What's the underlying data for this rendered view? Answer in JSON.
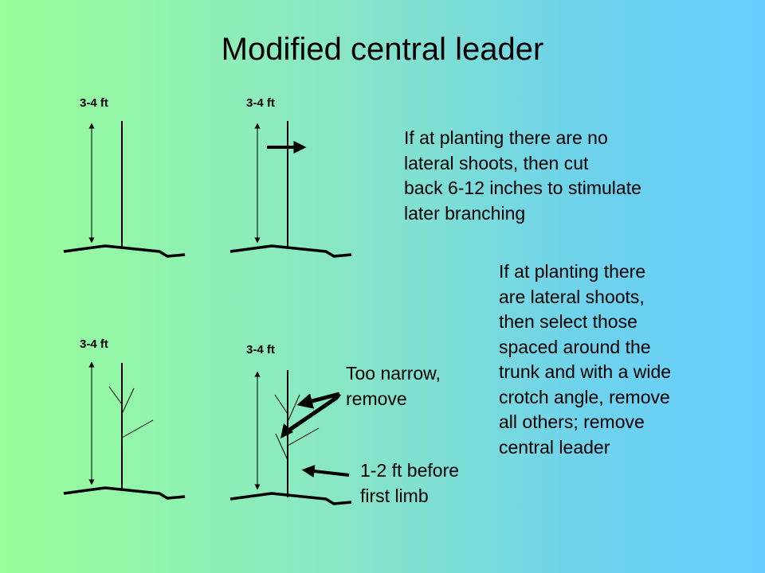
{
  "title": "Modified central leader",
  "dimension_labels": {
    "tree1": "3-4 ft",
    "tree2": "3-4 ft",
    "tree3": "3-4 ft",
    "tree4": "3-4 ft"
  },
  "notes": {
    "no_lateral": [
      "If at planting there are no",
      "lateral shoots, then cut",
      "back 6-12 inches to stimulate",
      "later branching"
    ],
    "with_lateral": [
      "If at planting there",
      "are lateral shoots,",
      "then select those",
      "spaced around the",
      "trunk and with a wide",
      "crotch angle, remove",
      "all others; remove",
      "central leader"
    ],
    "too_narrow": [
      "Too narrow,",
      "remove"
    ],
    "first_limb": [
      "1-2 ft before",
      "first limb"
    ]
  },
  "colors": {
    "ink": "#000000",
    "gradient_start": "#99ff99",
    "gradient_end": "#66ccff"
  }
}
